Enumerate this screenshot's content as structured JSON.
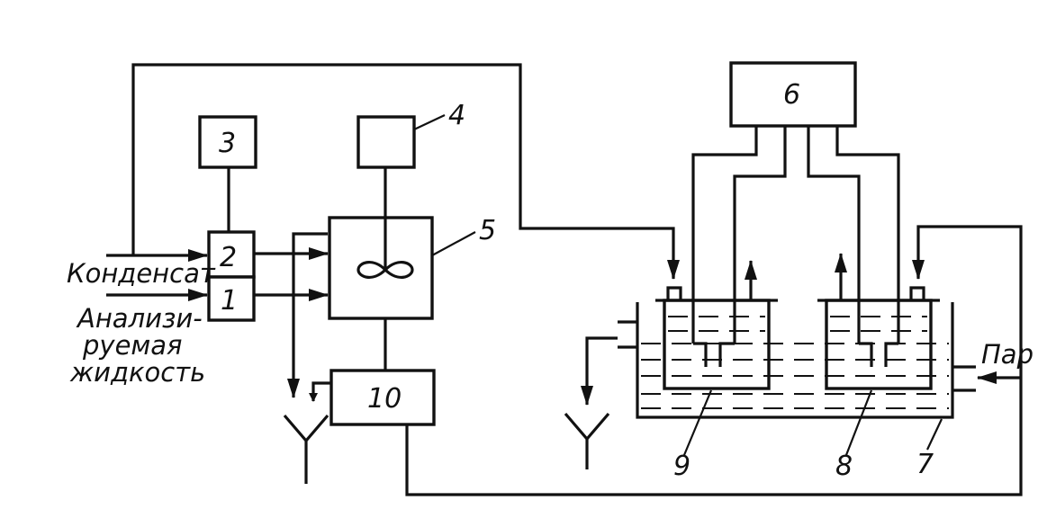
{
  "labels": {
    "block_1": "1",
    "block_2": "2",
    "block_3": "3",
    "block_4": "4",
    "block_5": "5",
    "block_6": "6",
    "block_7": "7",
    "block_8": "8",
    "block_9": "9",
    "block_10": "10"
  },
  "inputs": {
    "condensate": "Конденсат",
    "analyzed_liquid_line1": "Анализи-",
    "analyzed_liquid_line2": "руемая",
    "analyzed_liquid_line3": "жидкость",
    "steam": "Пар"
  }
}
